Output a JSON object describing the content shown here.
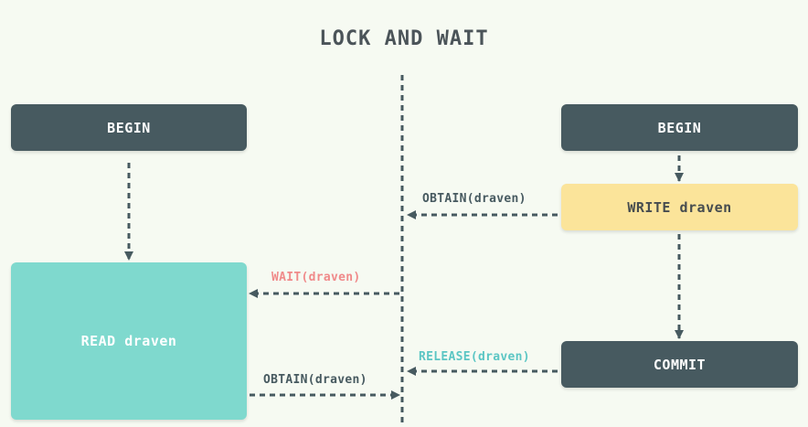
{
  "title": "LOCK AND WAIT",
  "colors": {
    "background": "#f6faf2",
    "dark_box": "#475a60",
    "yellow_box": "#fbe49a",
    "teal_box": "#7fd9ce",
    "line": "#475a60",
    "wait_label": "#f08a8a",
    "release_label": "#5cc6c4",
    "obtain_label": "#475a60"
  },
  "left": {
    "begin": "BEGIN",
    "read": "READ draven"
  },
  "right": {
    "begin": "BEGIN",
    "write": "WRITE draven",
    "commit": "COMMIT"
  },
  "messages": {
    "obtain_right": "OBTAIN(draven)",
    "wait": "WAIT(draven)",
    "release": "RELEASE(draven)",
    "obtain_left": "OBTAIN(draven)"
  }
}
